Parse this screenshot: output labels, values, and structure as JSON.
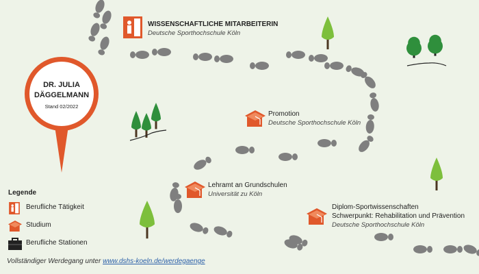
{
  "person": {
    "name_line1": "DR. JULIA",
    "name_line2": "DÄGGELMANN",
    "date": "Stand 02/2022"
  },
  "colors": {
    "accent": "#e0582b",
    "footprint": "#7f7f7f",
    "tree_green": "#7dbf3c",
    "tree_dark_green": "#2f8f3c",
    "background": "#eef3e8"
  },
  "stations": [
    {
      "type": "beruf",
      "icon": "door-person-icon",
      "title": "WISSENSCHAFTLICHE MITARBEITERIN",
      "institution": "Deutsche Sporthochschule Köln"
    },
    {
      "type": "studium",
      "icon": "graduation-cap-icon",
      "title": "Promotion",
      "institution": "Deutsche Sporthochschule Köln"
    },
    {
      "type": "studium",
      "icon": "graduation-cap-icon",
      "title": "Lehramt an Grundschulen",
      "institution": "Universität zu Köln"
    },
    {
      "type": "studium",
      "icon": "graduation-cap-icon",
      "title": "Diplom-Sportwissenschaften",
      "title2": "Schwerpunkt: Rehabilitation und Prävention",
      "institution": "Deutsche Sporthochschule Köln"
    }
  ],
  "legend": {
    "title": "Legende",
    "items": [
      {
        "icon": "door-person-icon",
        "label": "Berufliche Tätigkeit"
      },
      {
        "icon": "graduation-cap-icon",
        "label": "Studium"
      },
      {
        "icon": "briefcase-icon",
        "label": "Berufliche Stationen"
      }
    ]
  },
  "footer": {
    "text": "Vollständiger Werdegang unter ",
    "link": "www.dshs-koeln.de/werdegaenge"
  }
}
